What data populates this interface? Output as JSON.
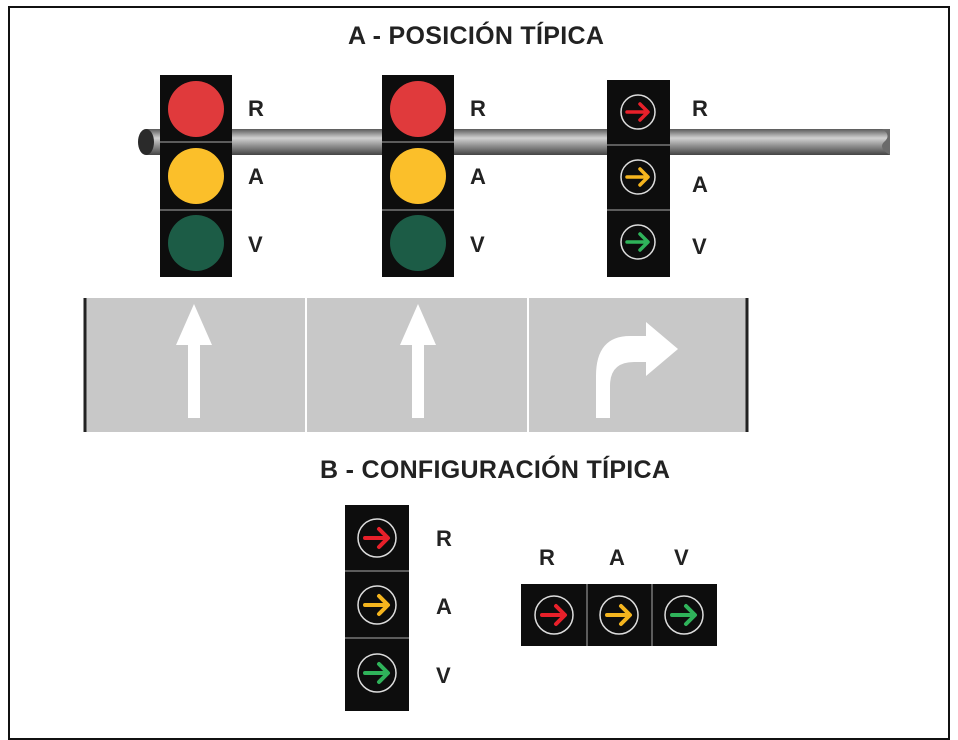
{
  "section_a": {
    "title": "A - POSICIÓN TÍPICA",
    "signals": [
      {
        "type": "circular",
        "labels": [
          "R",
          "A",
          "V"
        ]
      },
      {
        "type": "circular",
        "labels": [
          "R",
          "A",
          "V"
        ]
      },
      {
        "type": "arrow-right",
        "labels": [
          "R",
          "A",
          "V"
        ]
      }
    ],
    "lanes": [
      {
        "marking": "straight-arrow"
      },
      {
        "marking": "straight-arrow"
      },
      {
        "marking": "right-turn-arrow"
      }
    ]
  },
  "section_b": {
    "title": "B - CONFIGURACIÓN TÍPICA",
    "vertical_labels": [
      "R",
      "A",
      "V"
    ],
    "horizontal_labels": [
      "R",
      "A",
      "V"
    ]
  },
  "colors": {
    "red": "#e03a3c",
    "amber": "#fbbf2a",
    "green": "#1c5c46",
    "arrow_red": "#e8202a",
    "arrow_amber": "#f5b51e",
    "arrow_green": "#2fb35a",
    "lane": "#c8c8c8",
    "housing": "#0d0d0d"
  }
}
